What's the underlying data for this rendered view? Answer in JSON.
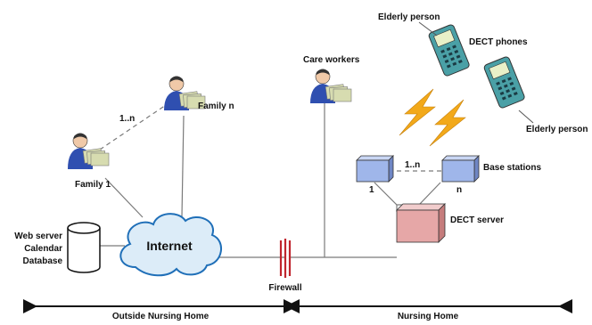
{
  "labels": {
    "elderly_top": "Elderly person",
    "dect_phones": "DECT phones",
    "elderly_right": "Elderly person",
    "care_workers": "Care workers",
    "family_n": "Family n",
    "family_1": "Family 1",
    "family_link": "1..n",
    "base_link": "1..n",
    "base_stations": "Base stations",
    "base_1": "1",
    "base_n": "n",
    "dect_server": "DECT server",
    "web_server": "Web server",
    "calendar": "Calendar",
    "database": "Database",
    "internet": "Internet",
    "firewall": "Firewall",
    "outside": "Outside Nursing Home",
    "nursing": "Nursing Home"
  },
  "colors": {
    "person_body": "#2f4fb0",
    "person_head": "#f0c9a8",
    "papers": "#d7dcb0",
    "phone_body": "#4aa0a6",
    "phone_screen": "#e9f0c8",
    "signal": "#f2a91a",
    "base_station": "#9fb6ea",
    "dect_server": "#e6a7a7",
    "firewall": "#c0262e",
    "line": "#7a7a7a"
  }
}
